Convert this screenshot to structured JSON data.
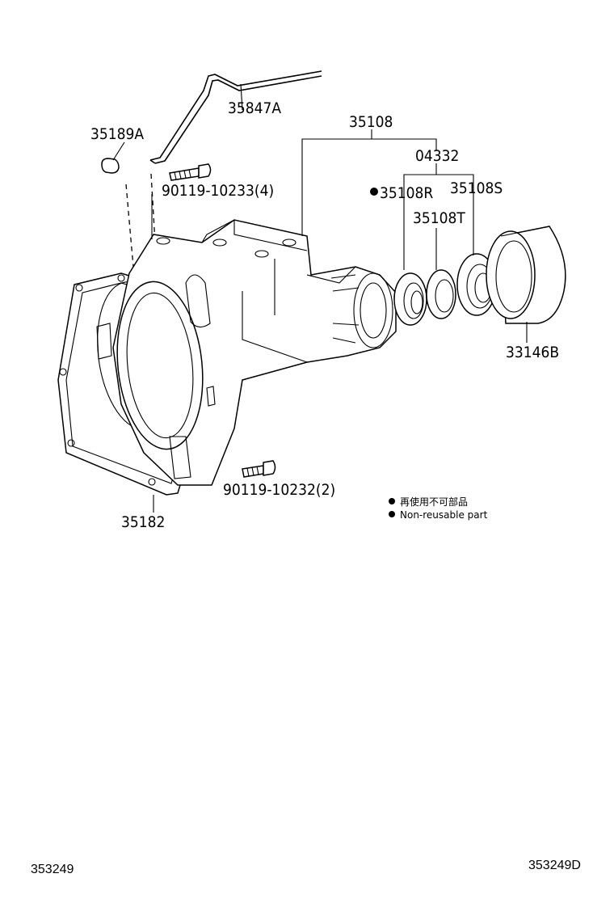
{
  "labels": {
    "p35847A": "35847A",
    "p35189A": "35189A",
    "p35108": "35108",
    "p04332": "04332",
    "p35108R": "35108R",
    "p35108S": "35108S",
    "p35108T": "35108T",
    "p90119_10233": "90119-10233(4)",
    "p33146B": "33146B",
    "p90119_10232": "90119-10232(2)",
    "p35182": "35182"
  },
  "legend": {
    "jp": "再使用不可部品",
    "en": "Non-reusable part"
  },
  "footer": {
    "left_code": "353249",
    "right_code": "353249D"
  }
}
